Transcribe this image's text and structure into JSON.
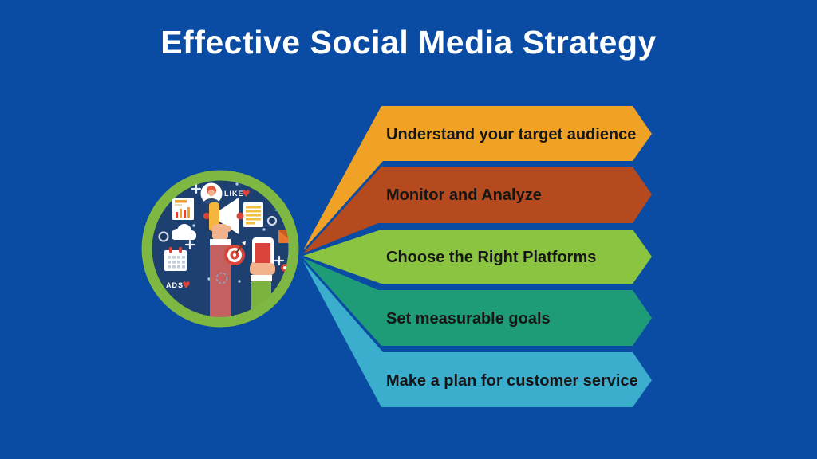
{
  "title": "Effective Social Media Strategy",
  "colors": {
    "background": "#0a4ba4",
    "title_text": "#ffffff",
    "banner_text": "#161616",
    "circle_ring": "#7eb843",
    "circle_fill": "#1d4070"
  },
  "banners": [
    {
      "label": "Understand your target audience",
      "color": "#f0a226"
    },
    {
      "label": "Monitor and Analyze",
      "color": "#b54a1e"
    },
    {
      "label": "Choose the Right Platforms",
      "color": "#8bc441"
    },
    {
      "label": "Set measurable goals",
      "color": "#1d9c77"
    },
    {
      "label": "Make a plan for customer service",
      "color": "#3aaecc"
    }
  ],
  "illustration": {
    "like_label": "LIKE",
    "ads_label": "ADS",
    "heart_glyph": "♥"
  }
}
